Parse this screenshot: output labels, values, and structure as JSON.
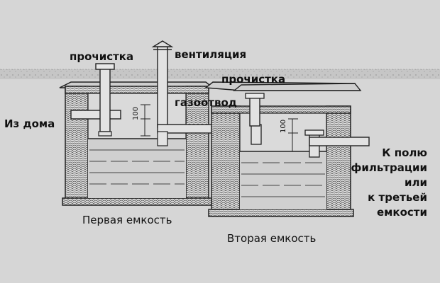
{
  "labels": {
    "cleanout_1": "прочистка",
    "ventilation": "вентиляция",
    "cleanout_2": "прочистка",
    "gas_outlet": "газоотвод",
    "from_house": "Из дома",
    "outlet_line_1": "К полю",
    "outlet_line_2": "фильтрации",
    "outlet_line_3": "или",
    "outlet_line_4": "к третьей",
    "outlet_line_5": "емкости",
    "tank_1_caption": "Первая емкость",
    "tank_2_caption": "Вторая емкость",
    "dim_1": "100",
    "dim_2": "100"
  },
  "colors": {
    "background": "#d6d6d6",
    "soil": "#c2c2c2",
    "line": "#1c1c1c",
    "wall_hatch": "#444444",
    "water": "#d0d0d0"
  }
}
